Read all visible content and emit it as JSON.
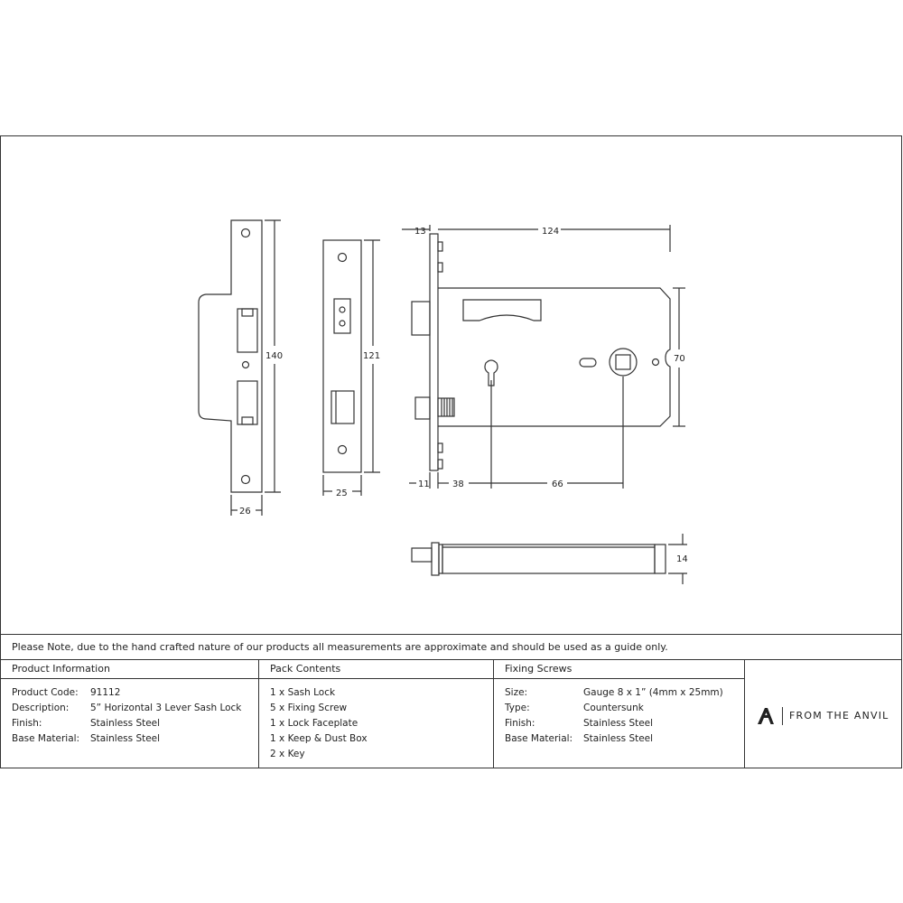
{
  "dimensions": {
    "keep_width": "26",
    "keep_height": "140",
    "faceplate_width": "25",
    "faceplate_height": "121",
    "forend_offset": "13",
    "case_length": "124",
    "case_height": "70",
    "forend_thickness": "11",
    "backset": "38",
    "keyhole_to_spindle": "66",
    "side_thickness": "14"
  },
  "note": "Please Note, due to the hand crafted nature of our products all measurements are approximate and should be used as a guide only.",
  "product_info": {
    "heading": "Product Information",
    "rows": [
      {
        "key": "Product Code:",
        "value": "91112"
      },
      {
        "key": "Description:",
        "value": "5” Horizontal 3 Lever Sash Lock"
      },
      {
        "key": "Finish:",
        "value": "Stainless Steel"
      },
      {
        "key": "Base Material:",
        "value": "Stainless Steel"
      }
    ]
  },
  "pack_contents": {
    "heading": "Pack Contents",
    "items": [
      "1 x Sash Lock",
      "5 x Fixing Screw",
      "1 x Lock Faceplate",
      "1 x Keep & Dust Box",
      "2 x Key"
    ]
  },
  "fixing_screws": {
    "heading": "Fixing Screws",
    "rows": [
      {
        "key": "Size:",
        "value": "Gauge 8 x 1” (4mm x 25mm)"
      },
      {
        "key": "Type:",
        "value": "Countersunk"
      },
      {
        "key": "Finish:",
        "value": "Stainless Steel"
      },
      {
        "key": "Base Material:",
        "value": "Stainless Steel"
      }
    ]
  },
  "brand": {
    "name": "FROM THE ANVIL",
    "logo_icon": "anvil-a-icon"
  }
}
